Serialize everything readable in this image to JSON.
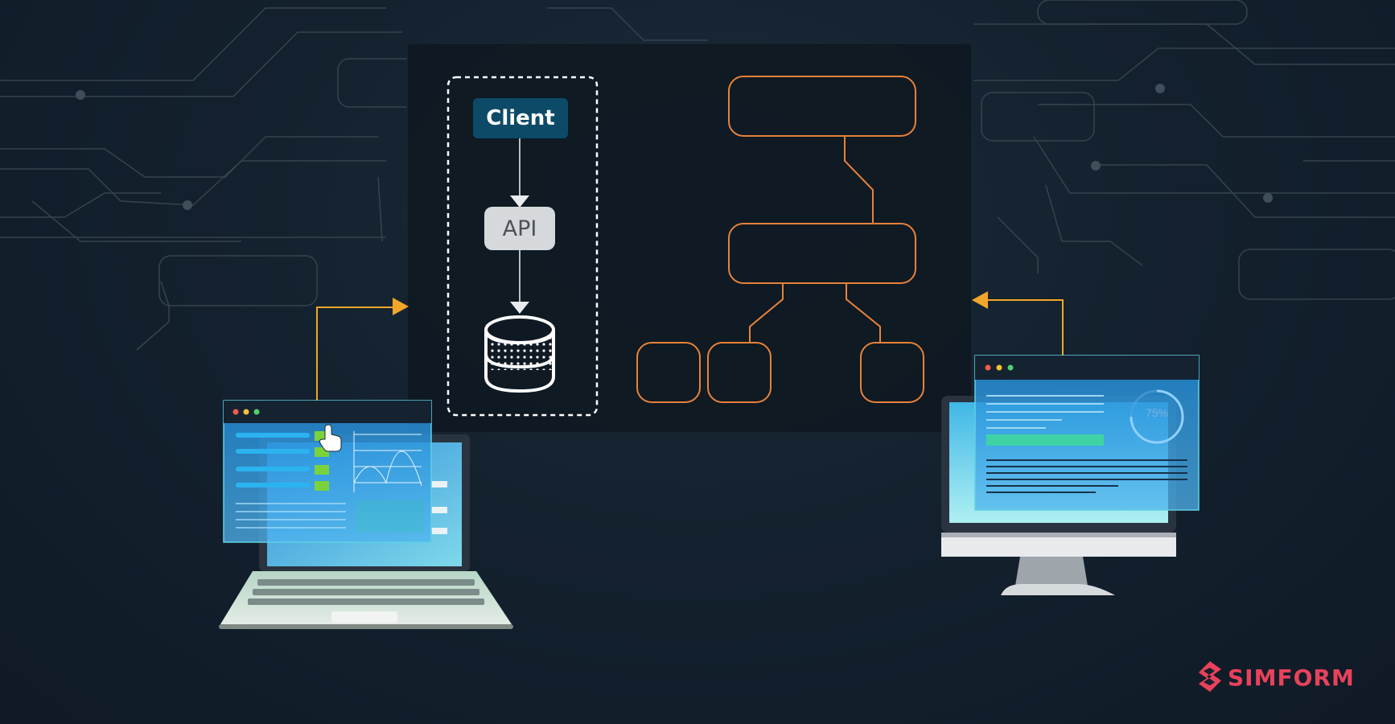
{
  "diagram": {
    "client_label": "Client",
    "api_label": "API",
    "gauge_label": "75%"
  },
  "brand": {
    "name": "SIMFORM",
    "color": "#e8425b"
  },
  "colors": {
    "background": "#14212e",
    "client_box": "#0d4a68",
    "api_box": "#d6d9dc",
    "tree_stroke": "#e8823a",
    "arrow": "#f2a62a",
    "circuit": "#3a4a58"
  },
  "icons": [
    "database-icon",
    "cursor-hand-icon",
    "simform-logo-icon"
  ]
}
